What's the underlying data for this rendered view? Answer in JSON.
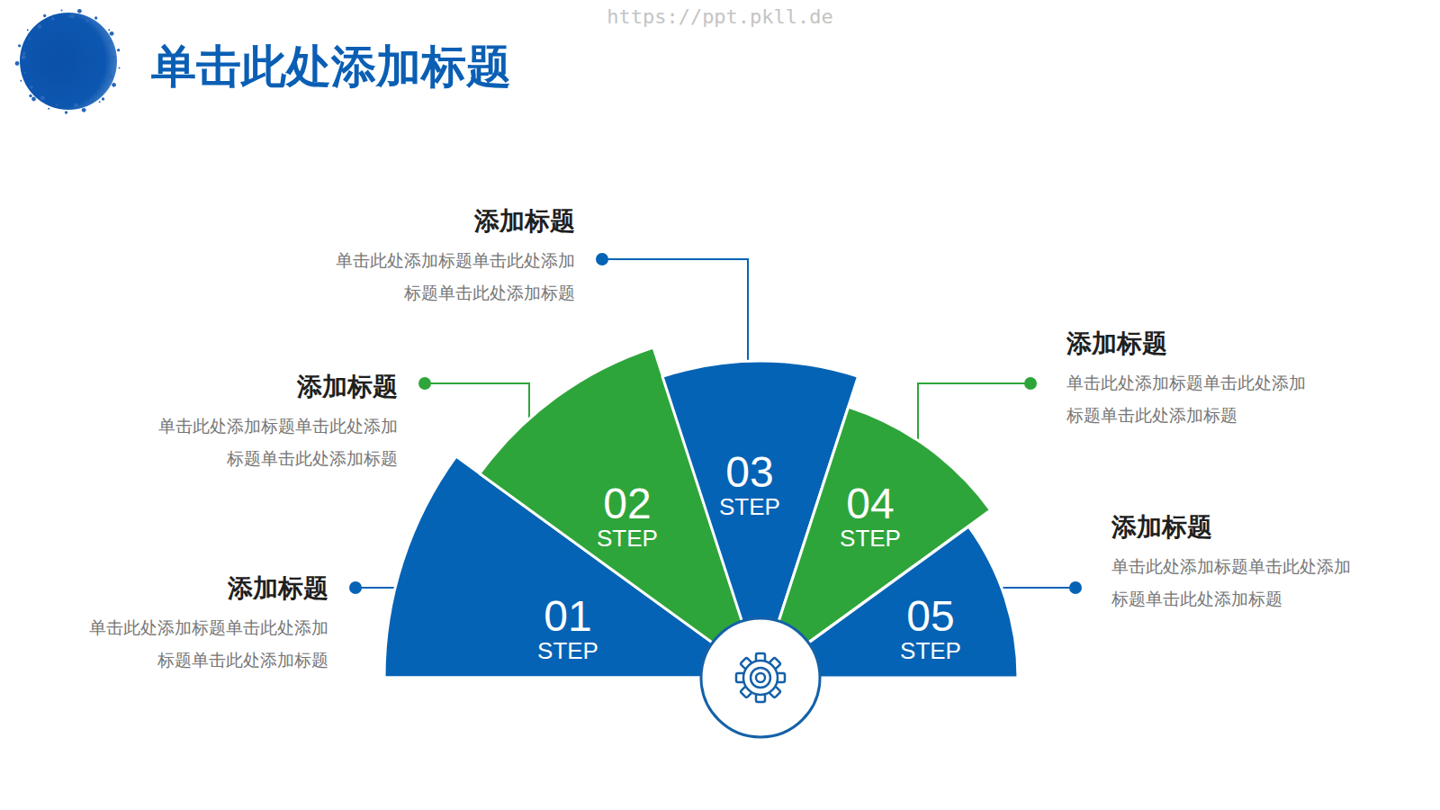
{
  "diagram": {
    "title": "单击此处添加标题",
    "nodes": [
      {
        "text": [
          "01",
          "STEP"
        ]
      },
      {
        "text": [
          "02",
          "STEP"
        ]
      },
      {
        "text": [
          "03",
          "STEP"
        ]
      },
      {
        "text": [
          "04",
          "STEP"
        ]
      },
      {
        "text": [
          "05",
          "STEP"
        ]
      },
      {
        "text": [
          "添加标题",
          "单击此处添加标题单击此处添加标题单击此处添加标题"
        ]
      },
      {
        "text": [
          "添加标题",
          "单击此处添加标题单击此处添加标题单击此处添加标题"
        ]
      },
      {
        "text": [
          "添加标题",
          "单击此处添加标题单击此处添加标题单击此处添加标题"
        ]
      },
      {
        "text": [
          "添加标题",
          "单击此处添加标题单击此处添加标题单击此处添加标题"
        ]
      },
      {
        "text": [
          "添加标题",
          "单击此处添加标题单击此处添加标题单击此处添加标题"
        ]
      }
    ],
    "edges": [
      {
        "from": 5,
        "to": 0,
        "arrow": "none"
      },
      {
        "from": 6,
        "to": 1,
        "arrow": "none"
      },
      {
        "from": 7,
        "to": 2,
        "arrow": "none"
      },
      {
        "from": 8,
        "to": 3,
        "arrow": "none"
      },
      {
        "from": 9,
        "to": 4,
        "arrow": "none"
      }
    ],
    "labels": [
      "https://ppt.pkll.de"
    ]
  }
}
